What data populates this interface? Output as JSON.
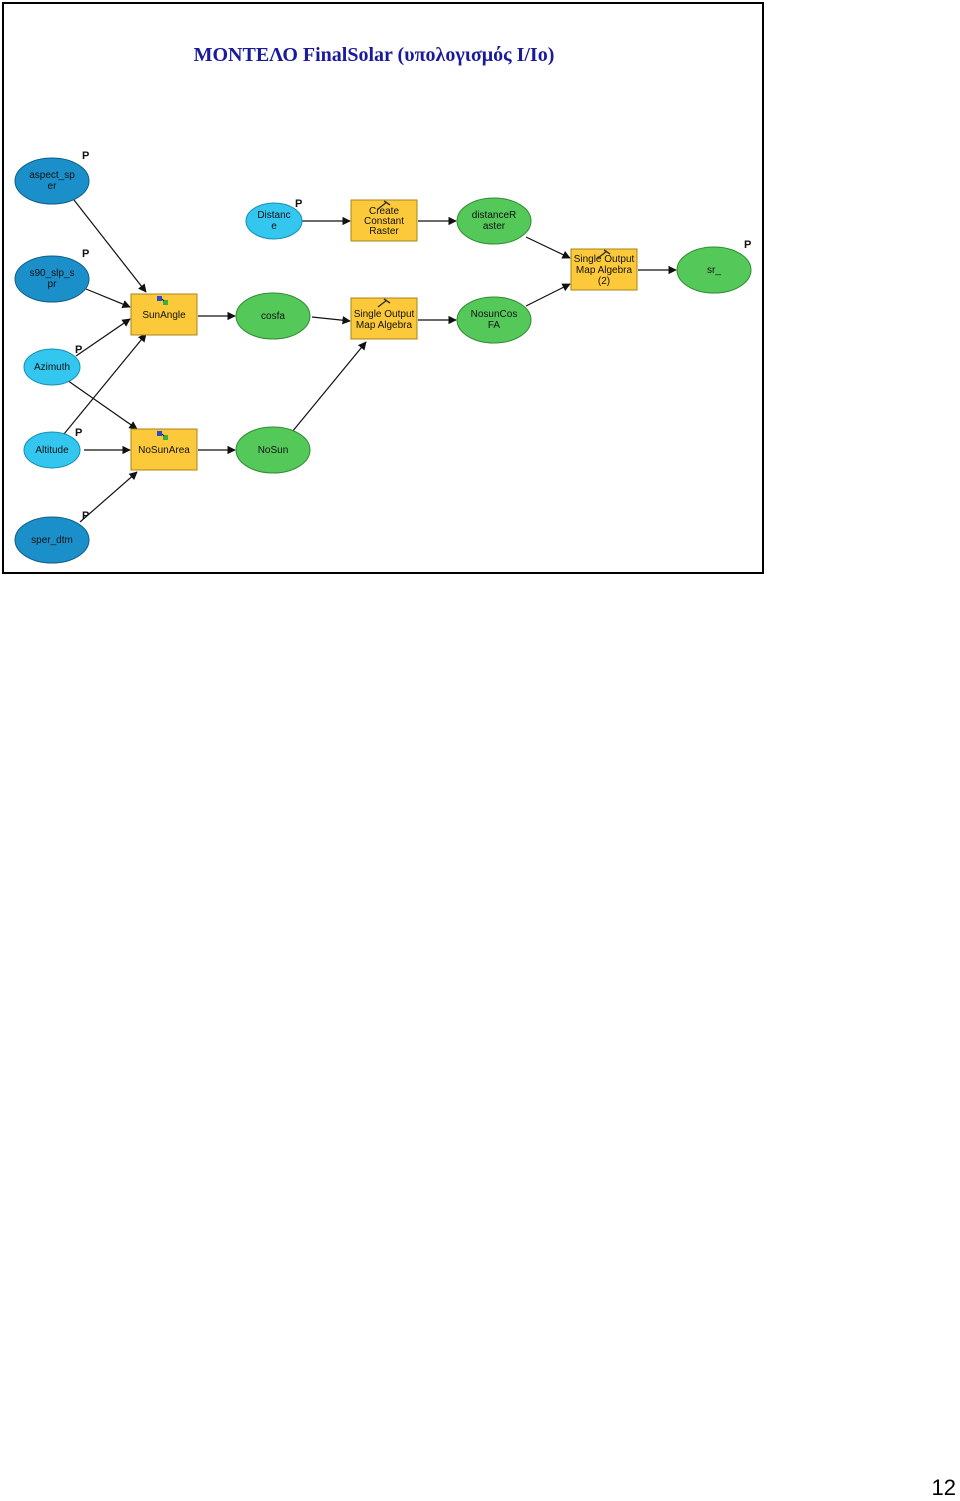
{
  "slide": {
    "title": "ΜΟΝΤΕΛΟ FinalSolar (υπολογισμός I/Io)"
  },
  "page_number": "12",
  "colors": {
    "input_dark": "#1b8fc9",
    "input_light": "#33c6ef",
    "tool": "#fcc93a",
    "output": "#55c85a"
  },
  "diagram": {
    "parameter_marker": "P",
    "inputs": {
      "aspect": [
        "aspect_sp",
        "er"
      ],
      "slope": [
        "s90_slp_s",
        "pr"
      ],
      "azimuth": [
        "Azimuth"
      ],
      "altitude": [
        "Altitude"
      ],
      "dtm": [
        "sper_dtm"
      ],
      "distance": [
        "Distanc",
        "e"
      ]
    },
    "tools": {
      "sun_angle": [
        "SunAngle"
      ],
      "no_sun_area": [
        "NoSunArea"
      ],
      "create_constant_raster": [
        "Create",
        "Constant",
        "Raster"
      ],
      "map_algebra": [
        "Single Output",
        "Map Algebra"
      ],
      "map_algebra_2": [
        "Single Output",
        "Map Algebra",
        "(2)"
      ]
    },
    "outputs": {
      "cosfa": [
        "cosfa"
      ],
      "no_sun": [
        "NoSun"
      ],
      "distance_raster": [
        "distanceR",
        "aster"
      ],
      "nosun_cos_fa": [
        "NosunCos",
        "FA"
      ],
      "sr": [
        "sr_"
      ]
    }
  }
}
